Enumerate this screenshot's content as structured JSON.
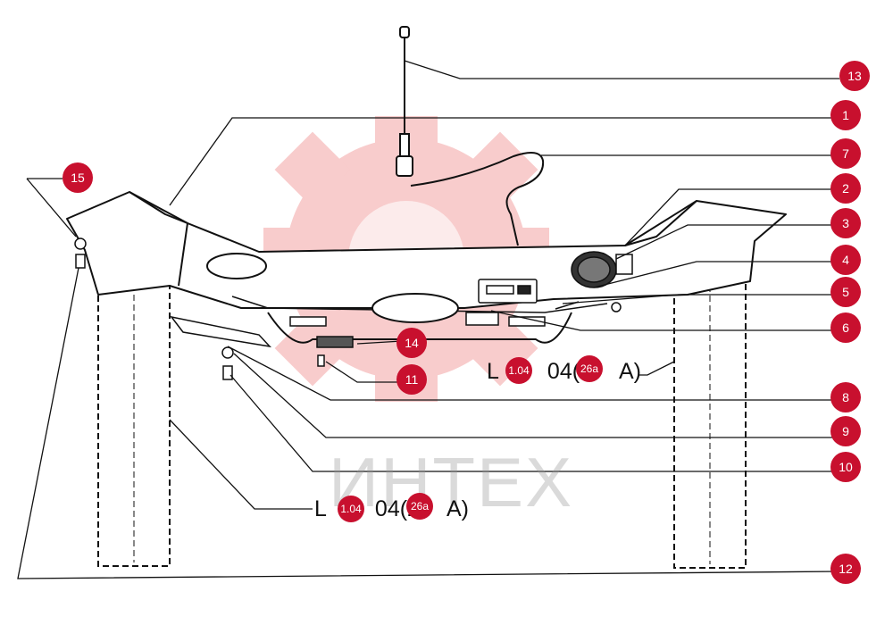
{
  "callouts": [
    "1",
    "2",
    "3",
    "4",
    "5",
    "6",
    "7",
    "8",
    "9",
    "10",
    "11",
    "12",
    "13",
    "14",
    "15"
  ],
  "ref_labels": {
    "upper": {
      "prefix": "L ",
      "code": "1.04",
      "mid": "04(2",
      "sheet": "26a",
      "suffix": "A)"
    },
    "lower": {
      "prefix": "L ",
      "code": "1.04",
      "mid": "04(2",
      "sheet": "26a",
      "suffix": "A)"
    }
  },
  "watermark": {
    "text": "ИНТЕХ",
    "color": "#e84a4a"
  }
}
